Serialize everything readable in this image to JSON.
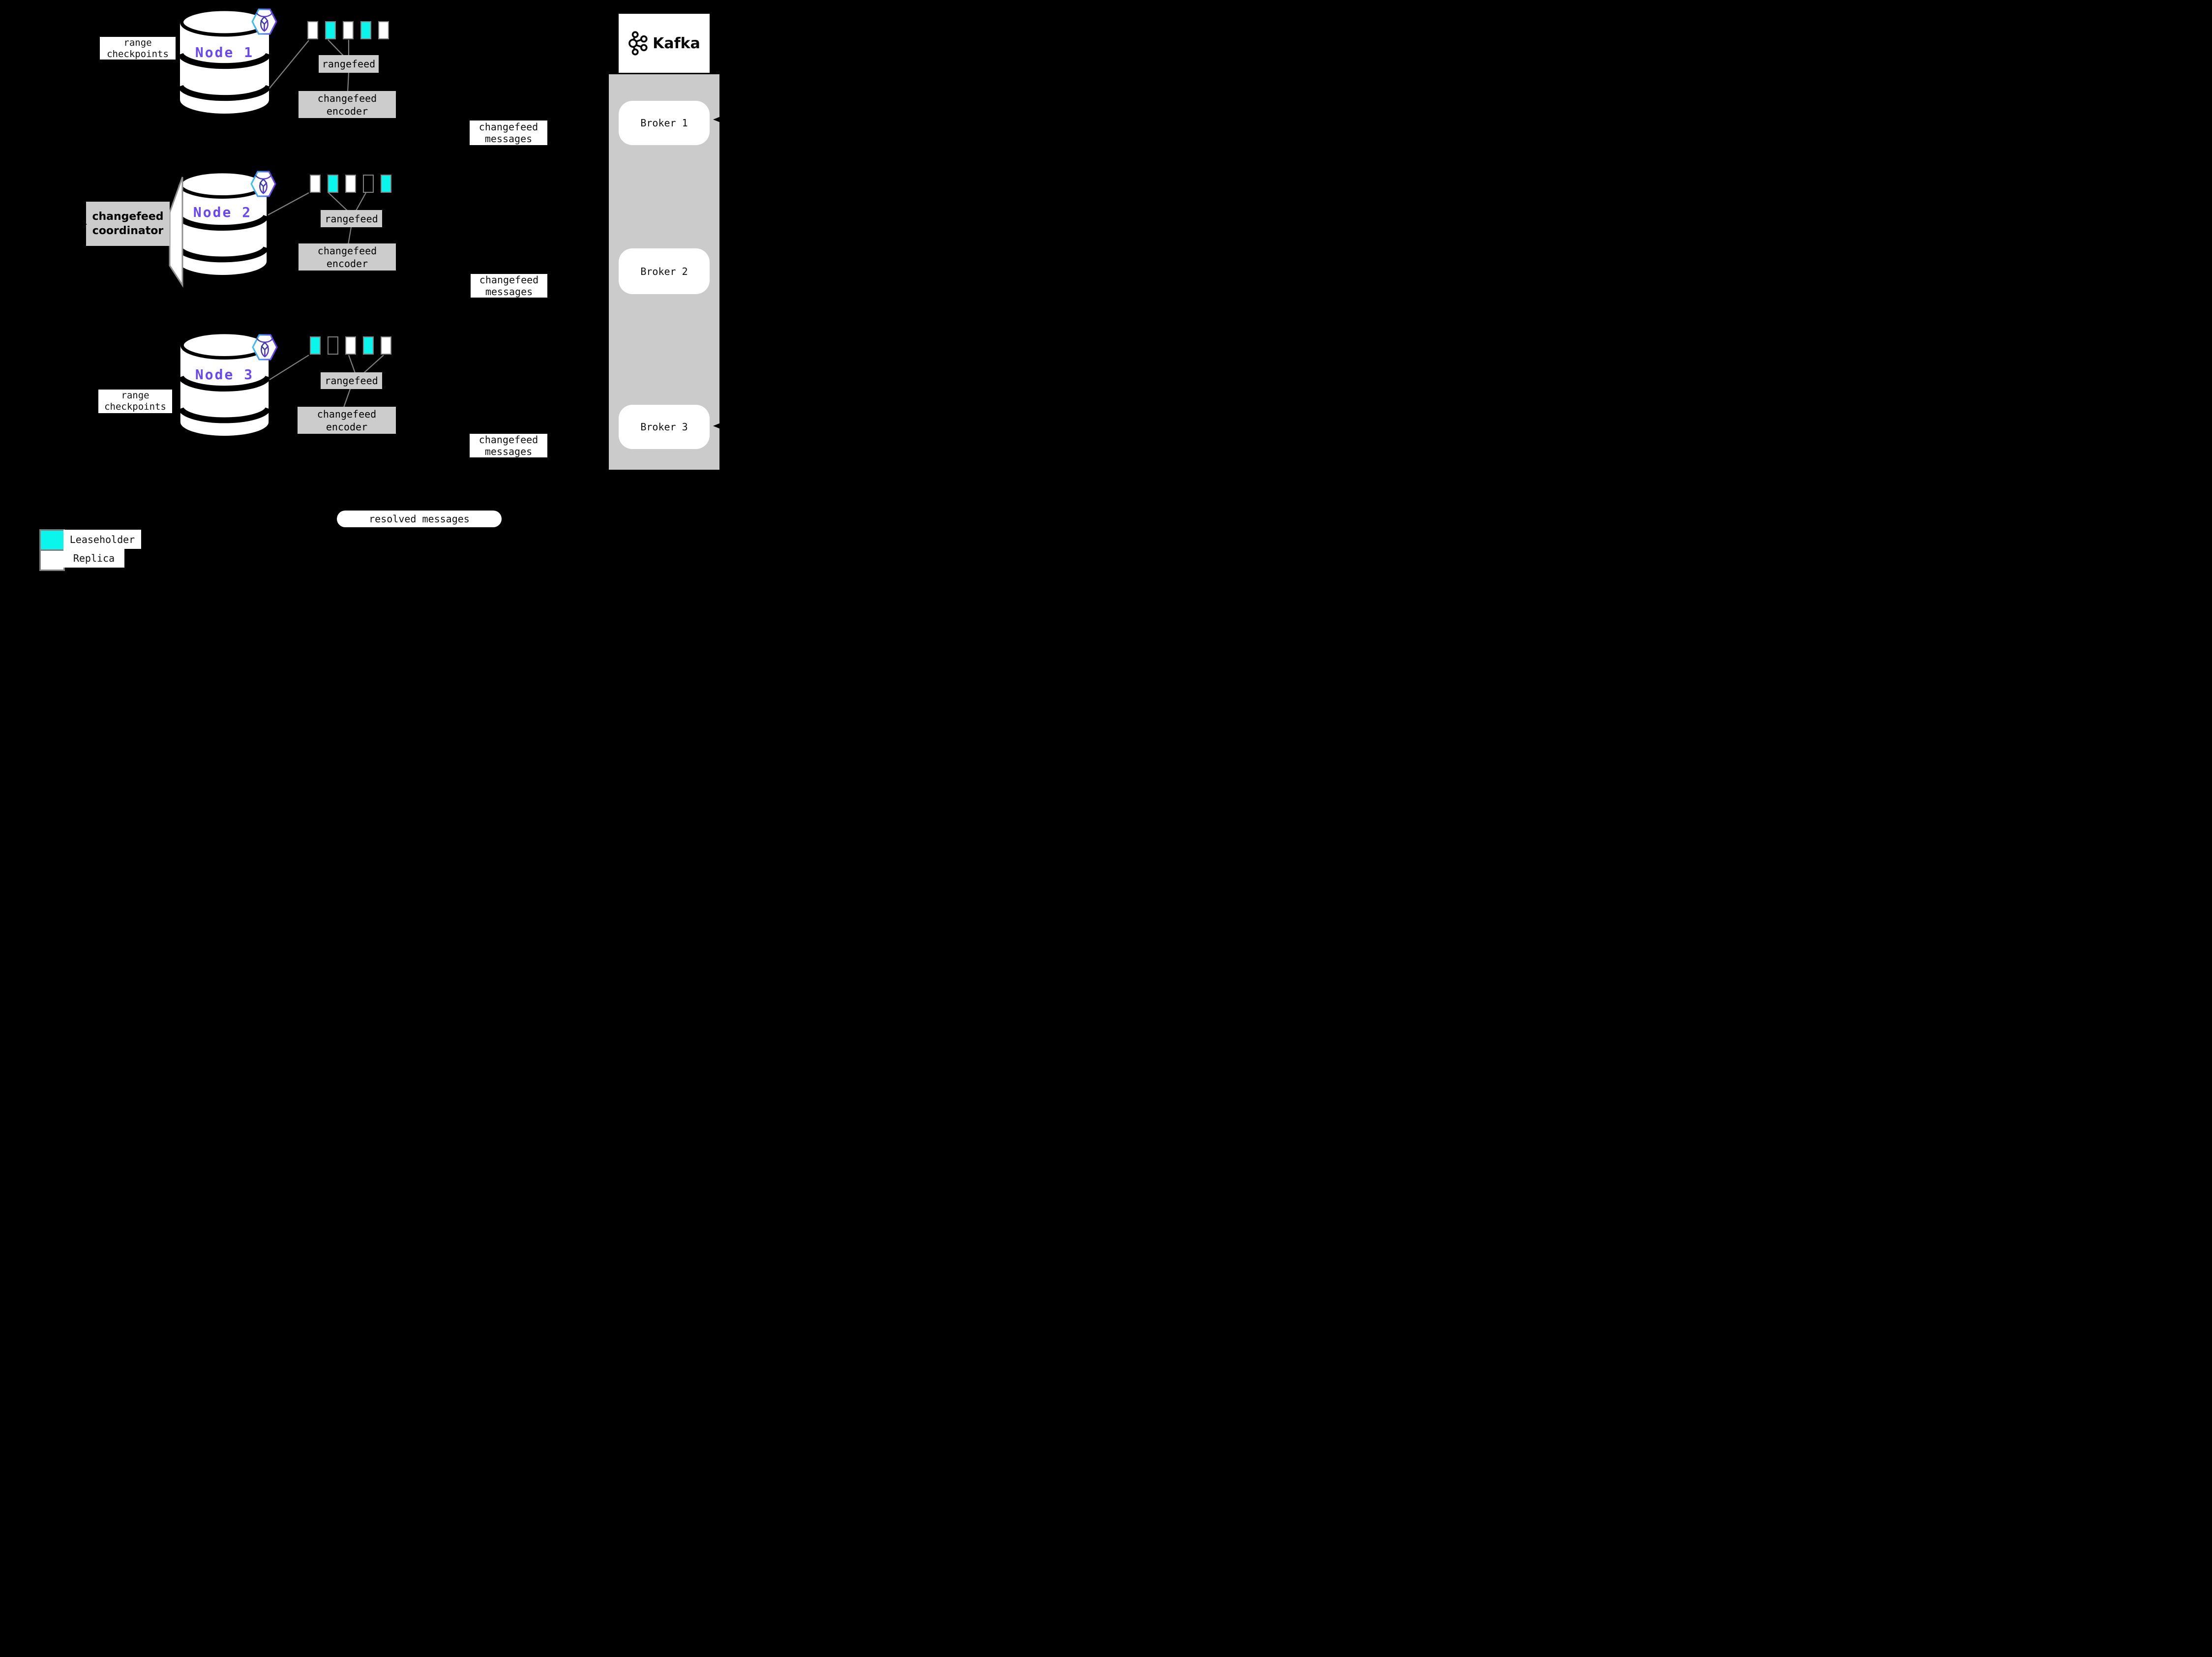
{
  "colors": {
    "background": "#000000",
    "leaseholder_cyan": "#0af5ec",
    "replica_white": "#ffffff",
    "box_gray": "#cccccc",
    "panel_gray": "#cbcbcb",
    "connector_gray": "#808080",
    "node_label_purple": "#6b46f5"
  },
  "icons": {
    "node_badge": "cockroachdb-icon",
    "kafka_logo": "kafka-logo-icon"
  },
  "labels": {
    "range_checkpoints": "range\ncheckpoints",
    "coordinator": "changefeed\ncoordinator",
    "resolved": "resolved messages"
  },
  "nodes": [
    {
      "label": "Node 1",
      "ranges": [
        "replica",
        "leaseholder",
        "replica",
        "leaseholder",
        "replica"
      ],
      "rangefeed_label": "rangefeed",
      "encoder_label": "changefeed\nencoder",
      "messages_label": "changefeed\nmessages"
    },
    {
      "label": "Node 2",
      "ranges": [
        "replica",
        "leaseholder",
        "replica",
        "empty",
        "leaseholder"
      ],
      "rangefeed_label": "rangefeed",
      "encoder_label": "changefeed\nencoder",
      "messages_label": "changefeed\nmessages"
    },
    {
      "label": "Node 3",
      "ranges": [
        "leaseholder",
        "empty",
        "replica",
        "leaseholder",
        "replica"
      ],
      "rangefeed_label": "rangefeed",
      "encoder_label": "changefeed\nencoder",
      "messages_label": "changefeed\nmessages"
    }
  ],
  "kafka": {
    "title": "Kafka",
    "brokers": [
      {
        "name": "Broker 1"
      },
      {
        "name": "Broker 2"
      },
      {
        "name": "Broker 3"
      }
    ]
  },
  "legend": [
    {
      "label": "Leaseholder",
      "type": "leaseholder"
    },
    {
      "label": "Replica",
      "type": "replica"
    }
  ]
}
